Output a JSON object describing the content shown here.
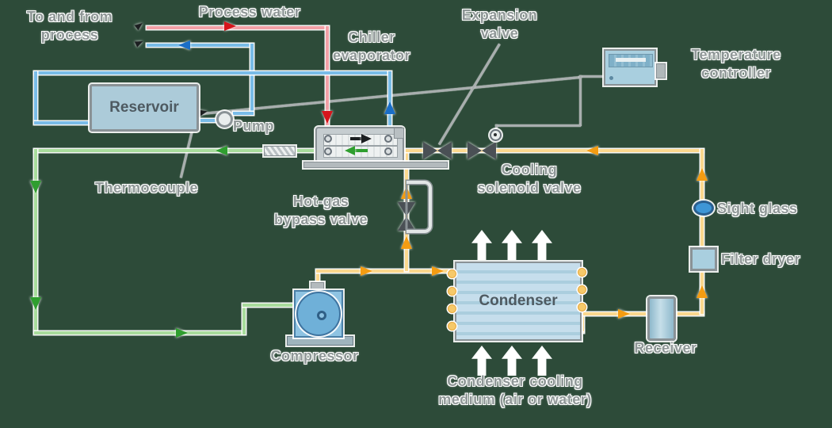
{
  "labels": {
    "to_from_process": {
      "line1": "To and from",
      "line2": "process"
    },
    "process_water": "Process water",
    "chiller_evaporator": {
      "line1": "Chiller",
      "line2": "evaporator"
    },
    "expansion_valve": {
      "line1": "Expansion",
      "line2": "valve"
    },
    "temperature_controller": {
      "line1": "Temperature",
      "line2": "controller"
    },
    "reservoir": "Reservoir",
    "pump": "Pump",
    "thermocouple": "Thermocouple",
    "hot_gas_bypass": {
      "line1": "Hot-gas",
      "line2": "bypass valve"
    },
    "cooling_solenoid": {
      "line1": "Cooling",
      "line2": "solenoid valve"
    },
    "sight_glass": "Sight glass",
    "filter_dryer": "Filter dryer",
    "compressor": "Compressor",
    "condenser": "Condenser",
    "receiver": "Receiver",
    "condenser_medium": {
      "line1": "Condenser cooling",
      "line2": "medium (air or water)"
    }
  },
  "colors": {
    "background": "#2d4b39",
    "blue_line": "#79bce8",
    "blue_arrow": "#1a6ec7",
    "red_line": "#f2a0a6",
    "red_arrow": "#d6151c",
    "green_line": "#a8dc9c",
    "green_arrow": "#2f9e2f",
    "yellow_line": "#fbd88e",
    "yellow_arrow": "#f49c12",
    "wire": "#a8aeae",
    "label_text": "#8f9797"
  }
}
